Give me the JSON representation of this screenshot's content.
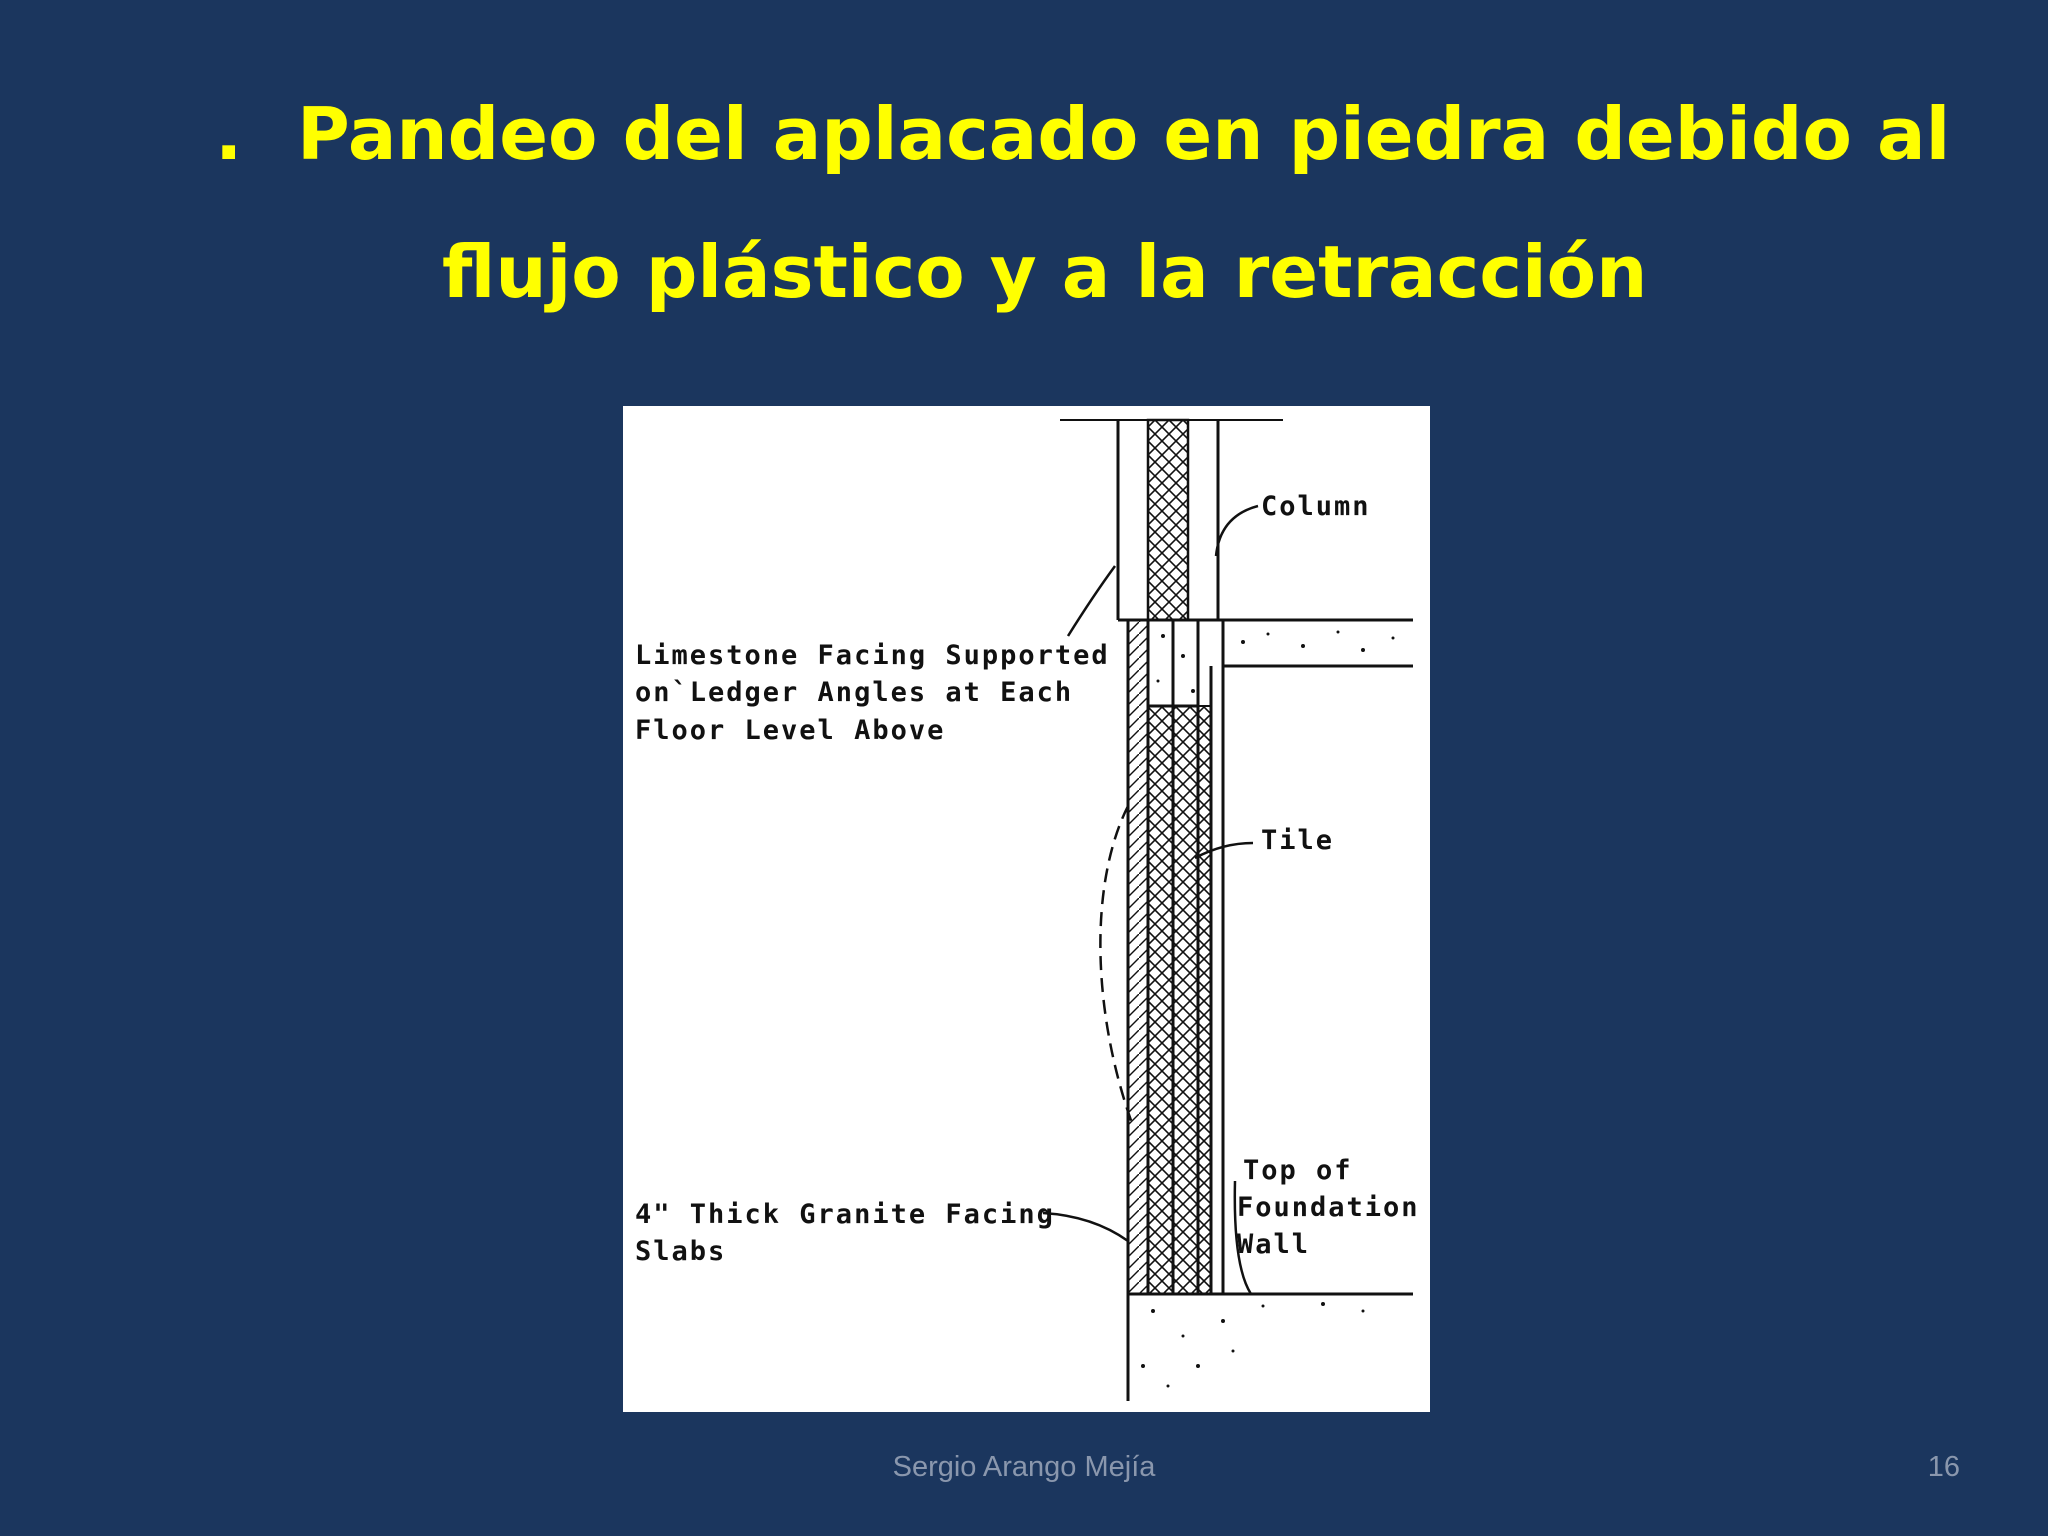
{
  "slide": {
    "title_bullet": ".",
    "title_line_1": "Pandeo del aplacado en piedra debido al",
    "title_line_2": "flujo plástico y a la retracción",
    "footer_author": "Sergio Arango Mejía",
    "page_number": "16",
    "colors": {
      "background": "#1b365e",
      "title": "#ffff00",
      "footer": "#8a97ad"
    }
  },
  "figure": {
    "labels": {
      "column": "Column",
      "limestone_1": "Limestone Facing Supported",
      "limestone_2": "on`Ledger Angles at Each",
      "limestone_3": "Floor Level Above",
      "tile": "Tile",
      "granite_1": "4\" Thick Granite Facing",
      "granite_2": "Slabs",
      "foundation_1": "Top of",
      "foundation_2": "Foundation",
      "foundation_3": "Wall"
    }
  }
}
